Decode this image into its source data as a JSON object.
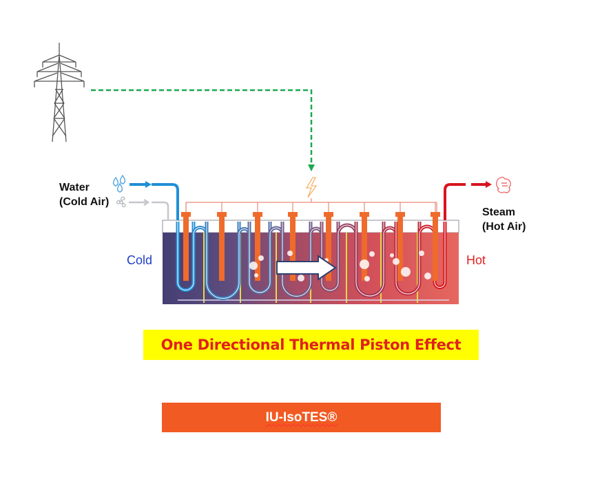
{
  "labels": {
    "inlet": [
      "Water",
      "(Cold Air)"
    ],
    "outlet": [
      "Steam",
      "(Hot Air)"
    ],
    "cold": "Cold",
    "hot": "Hot"
  },
  "banner": "One Directional Thermal Piston Effect",
  "product": "IU-IsoTES®",
  "colors": {
    "power_line": "#1aa84f",
    "cold_pipe": "#1f8fd6",
    "hot_pipe": "#d7141f",
    "heater": "#ef6b2c",
    "banner_bg": "#ffff00",
    "banner_text": "#e0211d",
    "product_bg": "#f15a22",
    "cold_label": "#1f3fc4",
    "hot_label": "#e0211d"
  },
  "icons": [
    "power-tower-icon",
    "lightning-icon",
    "water-drops-icon",
    "air-fan-icon",
    "steam-icon",
    "flow-arrow-icon"
  ]
}
